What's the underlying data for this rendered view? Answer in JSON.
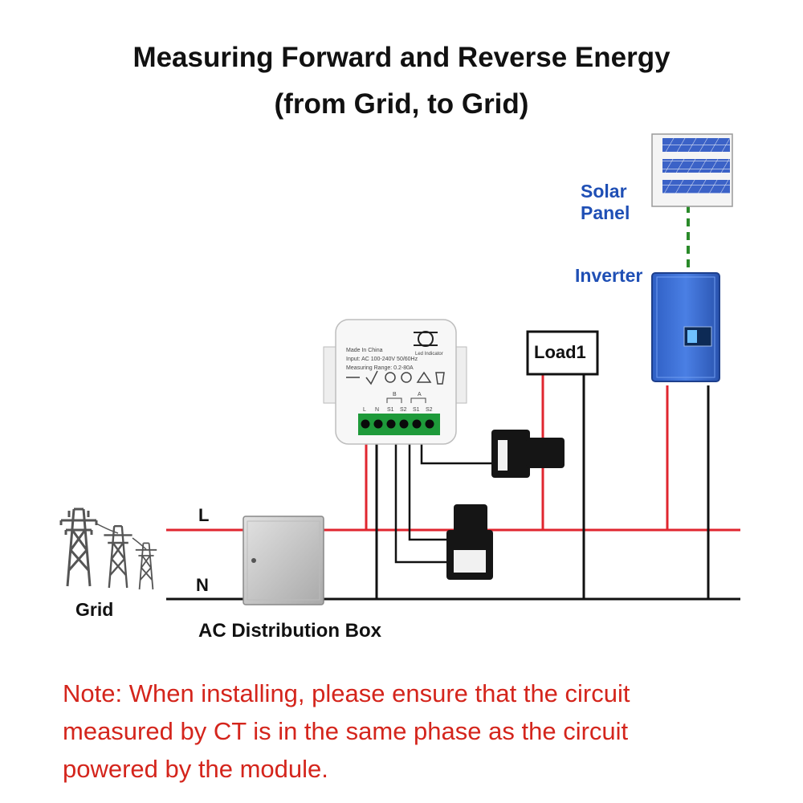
{
  "title": {
    "line1": "Measuring Forward and Reverse Energy",
    "line2": "(from Grid, to Grid)"
  },
  "labels": {
    "solar_panel_1": "Solar",
    "solar_panel_2": "Panel",
    "inverter": "Inverter",
    "load": "Load1",
    "line_l": "L",
    "line_n": "N",
    "grid": "Grid",
    "distribution_box": "AC Distribution Box"
  },
  "module": {
    "made_in": "Made In China",
    "input": "Input: AC 100-240V 50/60Hz",
    "range": "Measuring Range: 0.2-80A",
    "led": "Led Indicator",
    "ch_b": "B",
    "ch_a": "A",
    "terminals": [
      "L",
      "N",
      "S1",
      "S2",
      "S1",
      "S2"
    ]
  },
  "note": {
    "line1": "Note: When installing, please ensure that the circuit",
    "line2": "measured by CT is in the same phase as the circuit",
    "line3": "powered by the module."
  },
  "colors": {
    "live_wire": "#e0262f",
    "neutral_wire": "#111111",
    "note_text": "#d4251c",
    "label_blue": "#1f4fb5",
    "inverter_body": "#3a6fd6",
    "ground_link": "#2a8a2a"
  }
}
